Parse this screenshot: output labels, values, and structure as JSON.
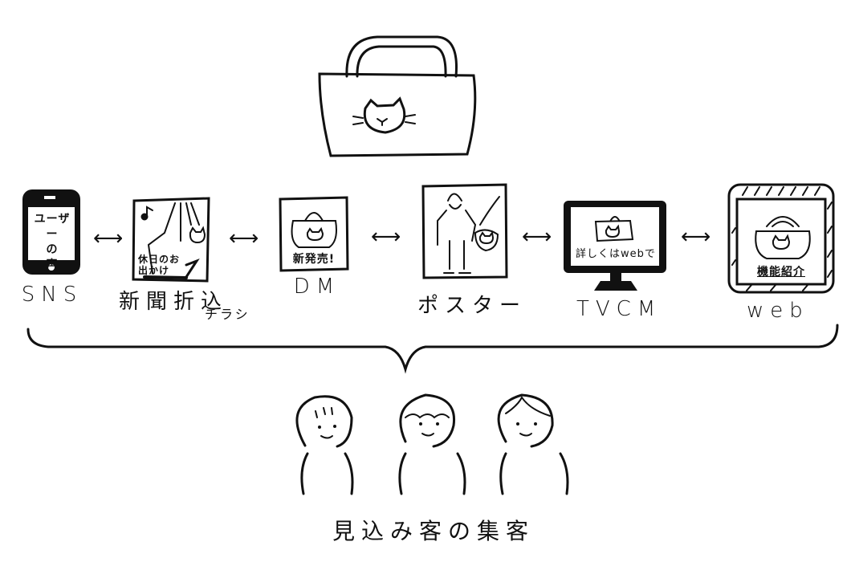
{
  "product": {
    "name": "cat-tote-bag"
  },
  "channels": [
    {
      "label": "SNS",
      "screen_text": [
        "ユーザー",
        "の",
        "声"
      ]
    },
    {
      "label": "新聞折込",
      "sublabel": "チラシ",
      "screen_text": "休日のお出かけ"
    },
    {
      "label": "DM",
      "screen_text": "新発売!"
    },
    {
      "label": "ポスター"
    },
    {
      "label": "TVCM",
      "screen_text": "詳しくはwebで"
    },
    {
      "label": "web",
      "screen_text": "機能紹介"
    }
  ],
  "arrow_symbol": "⟷",
  "caption": "見込み客の集客"
}
